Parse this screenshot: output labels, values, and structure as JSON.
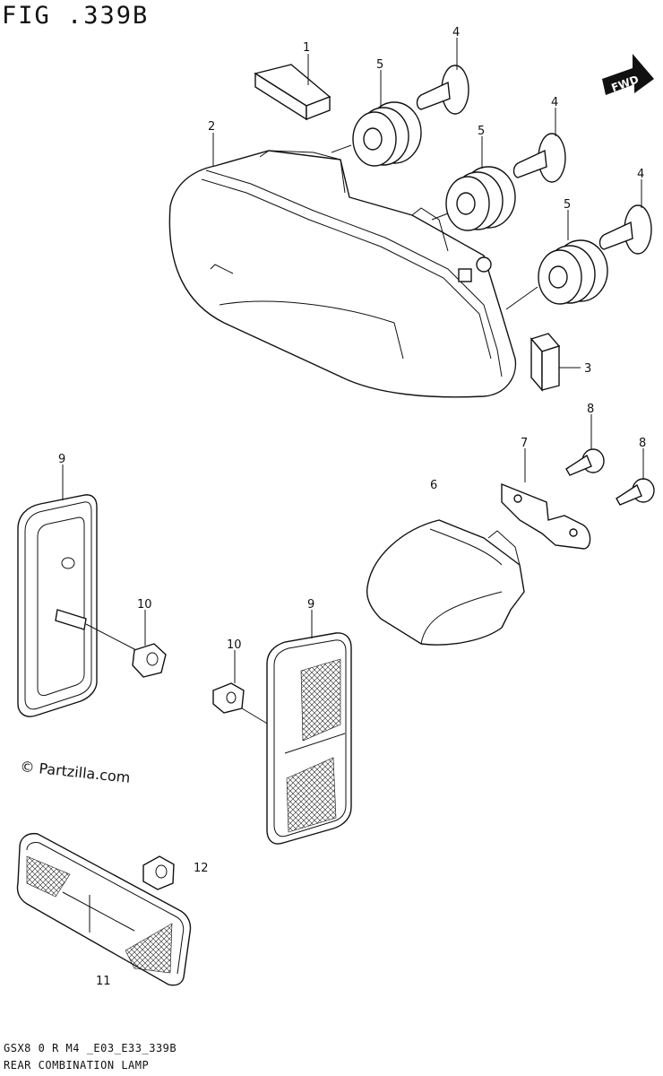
{
  "figure": {
    "title": "FIG .339B",
    "code": "GSX8 0 R M4 _E03_E33_339B",
    "name": "REAR COMBINATION LAMP",
    "watermark": "© Partzilla.com",
    "direction_badge": "FWD"
  },
  "callouts": [
    {
      "id": "c1",
      "number": "1"
    },
    {
      "id": "c2",
      "number": "2"
    },
    {
      "id": "c3",
      "number": "3"
    },
    {
      "id": "c4a",
      "number": "4"
    },
    {
      "id": "c4b",
      "number": "4"
    },
    {
      "id": "c4c",
      "number": "4"
    },
    {
      "id": "c5a",
      "number": "5"
    },
    {
      "id": "c5b",
      "number": "5"
    },
    {
      "id": "c5c",
      "number": "5"
    },
    {
      "id": "c6",
      "number": "6"
    },
    {
      "id": "c7",
      "number": "7"
    },
    {
      "id": "c8a",
      "number": "8"
    },
    {
      "id": "c8b",
      "number": "8"
    },
    {
      "id": "c9a",
      "number": "9"
    },
    {
      "id": "c9b",
      "number": "9"
    },
    {
      "id": "c10a",
      "number": "10"
    },
    {
      "id": "c10b",
      "number": "10"
    },
    {
      "id": "c11",
      "number": "11"
    },
    {
      "id": "c12",
      "number": "12"
    }
  ]
}
